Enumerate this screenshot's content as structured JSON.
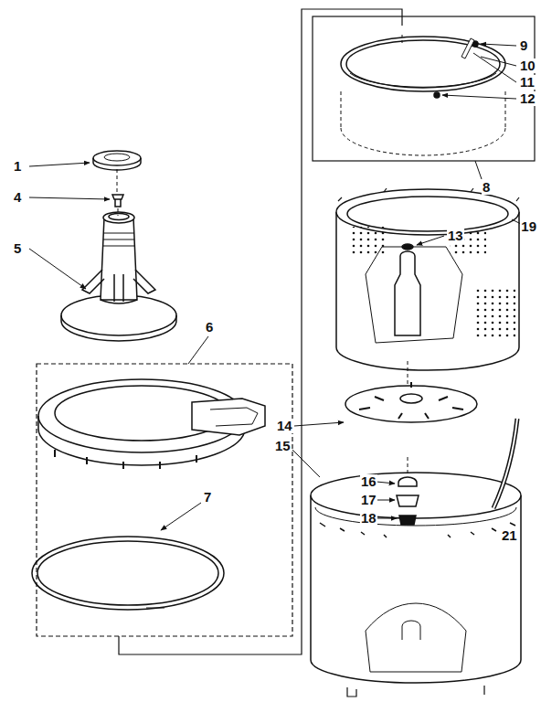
{
  "diagram": {
    "labels": [
      "1",
      "4",
      "5",
      "6",
      "7",
      "9",
      "10",
      "11",
      "12",
      "8",
      "13",
      "19",
      "14",
      "15",
      "16",
      "17",
      "18",
      "21"
    ]
  }
}
